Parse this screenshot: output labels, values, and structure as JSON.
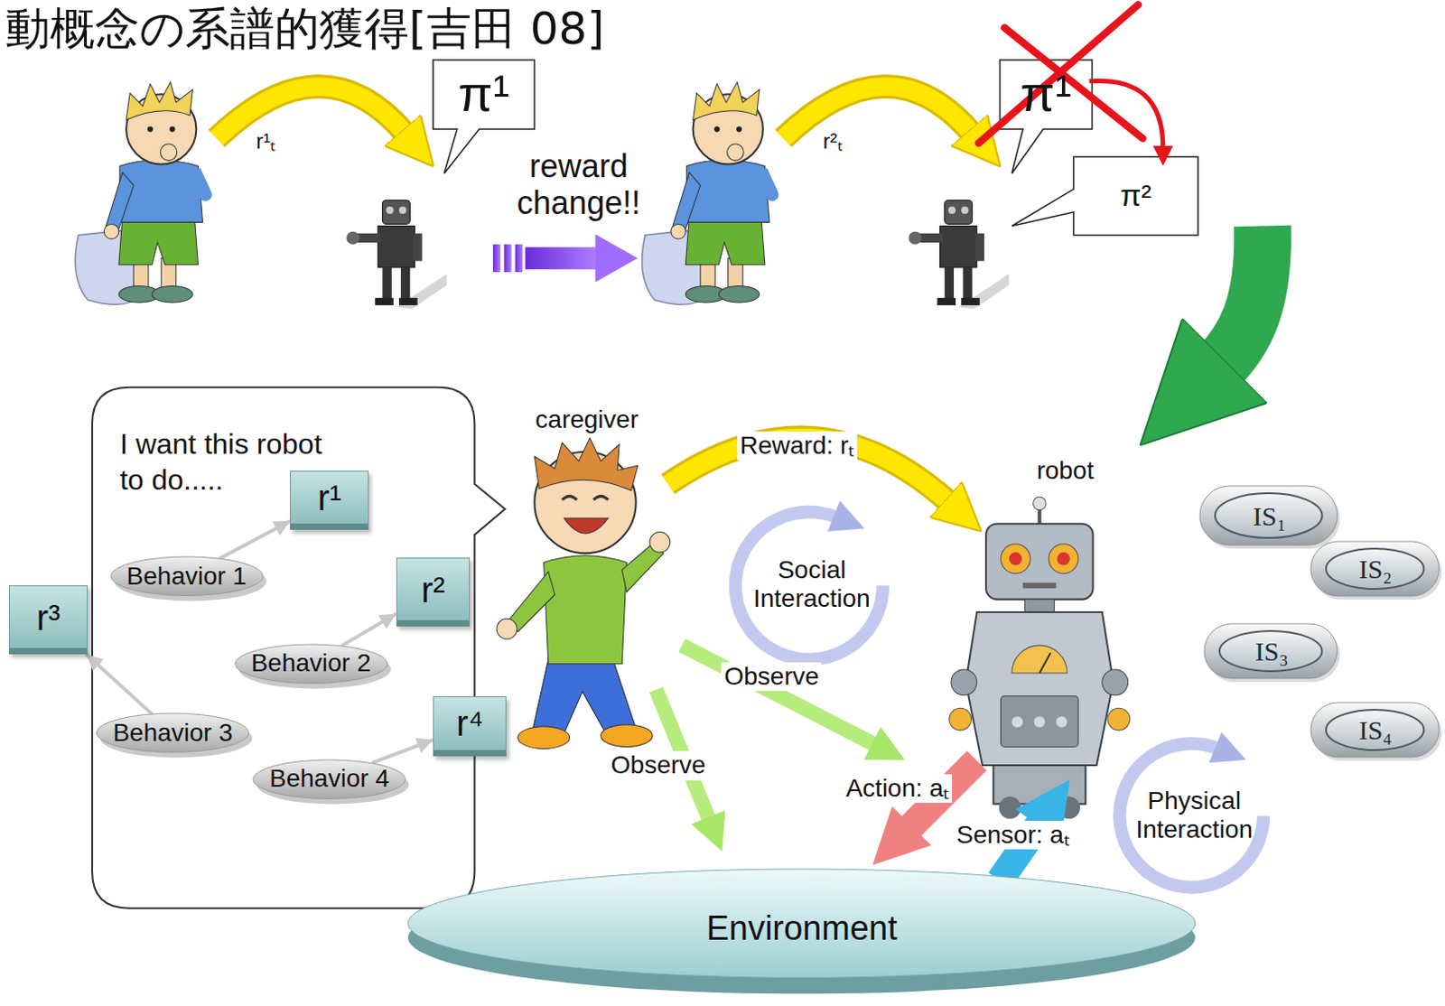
{
  "diagram": {
    "title": "動概念の系譜的獲得[吉田 08]",
    "nodes": [
      {
        "text": [
          "π¹"
        ]
      },
      {
        "text": [
          "π¹"
        ]
      },
      {
        "text": [
          "π²"
        ]
      },
      {
        "text": [
          "I want this robot to do....."
        ]
      },
      {
        "text": [
          "r¹"
        ],
        "in": 3
      },
      {
        "text": [
          "Behavior 1"
        ],
        "in": 3
      },
      {
        "text": [
          "r²"
        ],
        "in": 3
      },
      {
        "text": [
          "r³"
        ]
      },
      {
        "text": [
          "Behavior 2"
        ],
        "in": 3
      },
      {
        "text": [
          "Behavior 3"
        ],
        "in": 3
      },
      {
        "text": [
          "r⁴"
        ]
      },
      {
        "text": [
          "Behavior 4"
        ],
        "in": 3
      },
      {
        "text": [
          "Environment"
        ]
      },
      {
        "text": [
          "IS₁"
        ]
      },
      {
        "text": [
          "IS₂"
        ]
      },
      {
        "text": [
          "IS₃"
        ]
      },
      {
        "text": [
          "IS₄"
        ]
      }
    ],
    "edges": [
      {
        "from": 5,
        "to": 4,
        "arrow": "to"
      },
      {
        "from": 8,
        "to": 6,
        "arrow": "to"
      },
      {
        "from": 9,
        "to": 7,
        "arrow": "to"
      },
      {
        "from": 11,
        "to": 10,
        "arrow": "to"
      }
    ],
    "labels": [
      "r¹ₜ",
      "reward change!!",
      "r²ₜ",
      "caregiver",
      "Reward: rₜ",
      "robot",
      "Social Interaction",
      "Observe",
      "Observe",
      "Action: aₜ",
      "Sensor: aₜ",
      "Physical Interaction"
    ]
  }
}
